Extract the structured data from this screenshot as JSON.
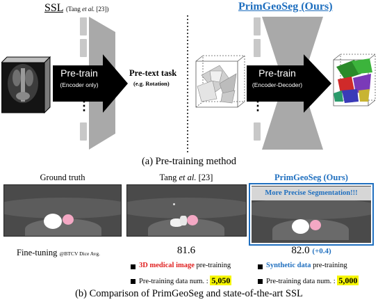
{
  "colors": {
    "accent_blue": "#1f6fbf",
    "highlight_red": "#e02020",
    "highlight_yellow": "#f6f600",
    "gray_shape": "#a9a9a9",
    "dark_arrow": "#000000"
  },
  "top": {
    "left_title": "SSL",
    "left_citation_prefix": "(Tang ",
    "left_citation_etal": "et al.",
    "left_citation_suffix": " [23])",
    "right_title": "PrimGeoSeg (Ours)",
    "left_arrow_title": "Pre-train",
    "left_arrow_sub": "(Encoder only)",
    "pretext_title": "Pre-text task",
    "pretext_sub": "(e.g. Rotation)",
    "right_arrow_title": "Pre-train",
    "right_arrow_sub": "(Encoder-Decoder)",
    "dots": "⋮",
    "caption": "(a) Pre-training method"
  },
  "bottom": {
    "col1_title": "Ground truth",
    "col2_title_prefix": "Tang ",
    "col2_title_etal": "et al.",
    "col2_title_suffix": " [23]",
    "col3_title": "PrimGeoSeg (Ours)",
    "col3_banner": "More Precise Segmentation!!!",
    "finetune_label": "Fine-tuning",
    "finetune_sub": "@BTCV Dice Avg.",
    "score_tang": "81.6",
    "score_ours": "82.0",
    "score_delta": "(+0.4)",
    "legend_left_highlight": "3D medical image",
    "legend_left_text": " pre-training",
    "legend_left_num_label": "Pre-training data num. : ",
    "legend_left_num": "5,050",
    "legend_right_highlight": "Synthetic data",
    "legend_right_text": " pre-training",
    "legend_right_num_label": "Pre-training data num. : ",
    "legend_right_num": "5,000",
    "caption": "(b) Comparison of PrimGeoSeg and state-of-the-art SSL"
  }
}
